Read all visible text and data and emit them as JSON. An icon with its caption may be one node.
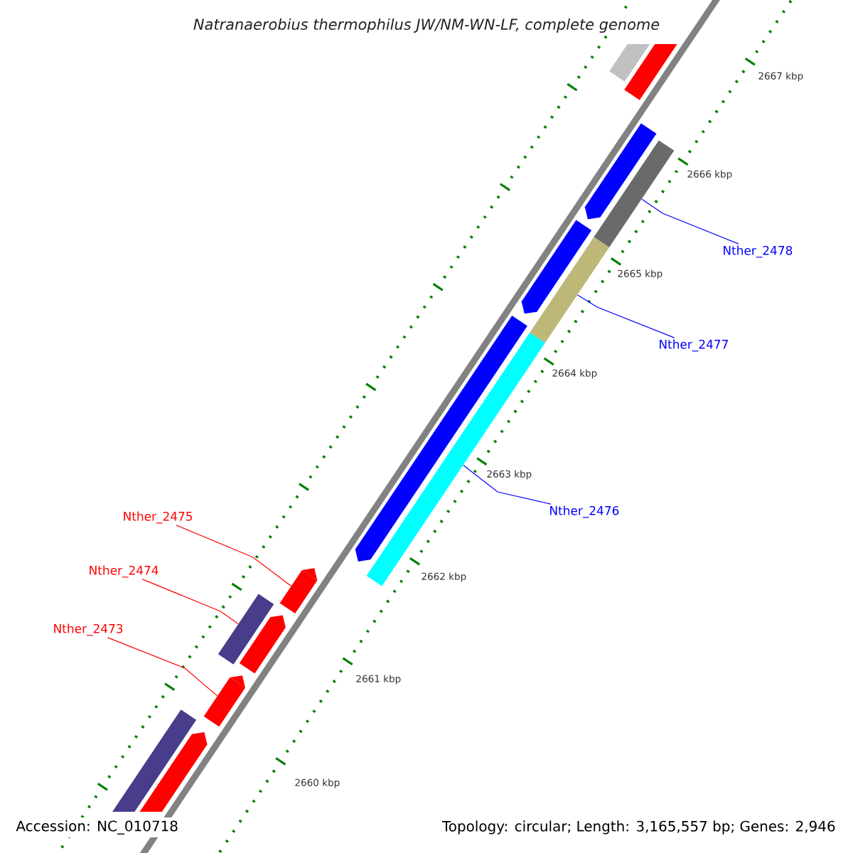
{
  "diagram": {
    "title": "Natranaerobius thermophilus JW/NM-WN-LF, complete genome",
    "nodes": [
      {
        "text": [
          "Nther_2478"
        ]
      },
      {
        "text": [
          "Nther_2477"
        ]
      },
      {
        "text": [
          "Nther_2476"
        ]
      },
      {
        "text": [
          "Nther_2475"
        ]
      },
      {
        "text": [
          "Nther_2474"
        ]
      },
      {
        "text": [
          "Nther_2473"
        ]
      },
      {
        "text": [],
        "shape": "bar"
      },
      {
        "text": [],
        "shape": "bar"
      },
      {
        "text": [],
        "shape": "bar"
      },
      {
        "text": [],
        "shape": "bar"
      },
      {
        "text": [],
        "shape": "bar"
      },
      {
        "text": [],
        "shape": "bar"
      }
    ],
    "edges": [
      {
        "from": 0,
        "to": 6,
        "arrow": "none",
        "color": "#0000ff"
      },
      {
        "from": 1,
        "to": 7,
        "arrow": "none",
        "color": "#0000ff"
      },
      {
        "from": 2,
        "to": 8,
        "arrow": "none",
        "color": "#0000ff"
      },
      {
        "from": 3,
        "to": 9,
        "arrow": "none",
        "color": "#ff0000"
      },
      {
        "from": 4,
        "to": 10,
        "arrow": "none",
        "color": "#ff0000"
      },
      {
        "from": 5,
        "to": 11,
        "arrow": "none",
        "color": "#ff0000"
      }
    ],
    "labels": [
      "2667 kbp",
      "2666 kbp",
      "2665 kbp",
      "2664 kbp",
      "2663 kbp",
      "2662 kbp",
      "2661 kbp",
      "2660 kbp",
      "Accession: NC_010718",
      "Topology: circular; Length: 3,165,557 bp; Genes: 2,946"
    ]
  }
}
